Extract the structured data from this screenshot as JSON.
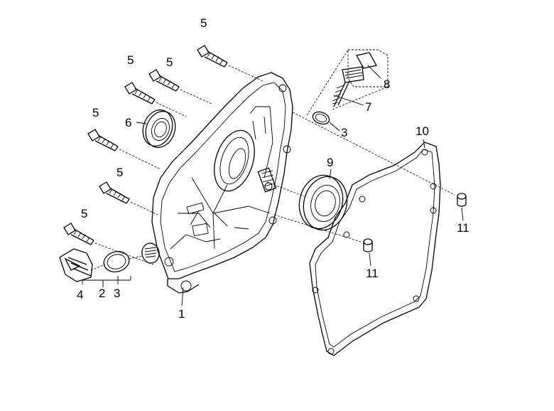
{
  "labels": {
    "l1": "1",
    "l2": "2",
    "l3a": "3",
    "l3b": "3",
    "l4": "4",
    "l5a": "5",
    "l5b": "5",
    "l5c": "5",
    "l5d": "5",
    "l5e": "5",
    "l5f": "5",
    "l6": "6",
    "l7": "7",
    "l8": "8",
    "l9": "9",
    "l10": "10",
    "l11a": "11",
    "l11b": "11"
  }
}
